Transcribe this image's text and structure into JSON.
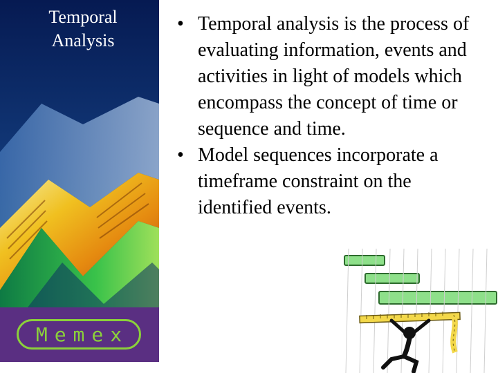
{
  "sidebar": {
    "title_lines": [
      "Temporal",
      "Analysis"
    ],
    "brand_label": "Memex"
  },
  "main": {
    "bullets": [
      "Temporal analysis is the process of evaluating information, events and activities in light of models which encompass the concept of time or sequence and time.",
      "Model sequences incorporate a timeframe constraint on the identified events."
    ]
  },
  "colors": {
    "sidebar_bg": "#0a1f56",
    "brand_band": "#5a2f82",
    "brand_green": "#8bd13a",
    "gantt_bar": "#8ee08a"
  },
  "icons": [
    "memex-logo",
    "chart-graphic",
    "gantt-bars-clipart",
    "person-lifting-clipart"
  ]
}
